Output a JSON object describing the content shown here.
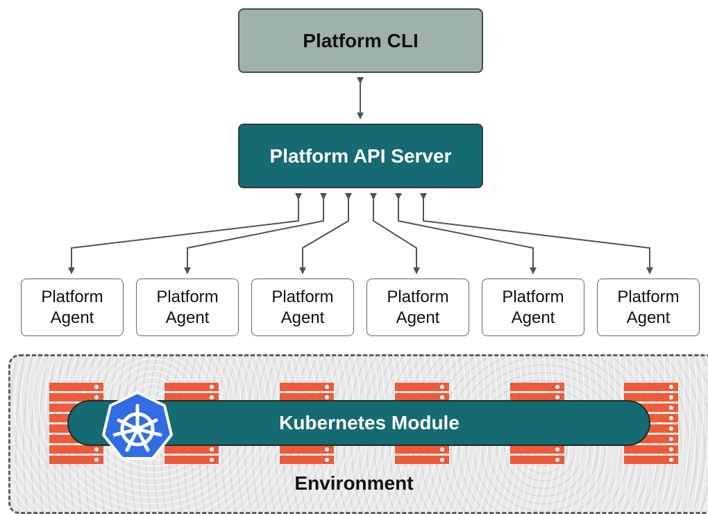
{
  "nodes": {
    "cli": "Platform CLI",
    "api_server": "Platform API Server",
    "agents": [
      "Platform\nAgent",
      "Platform\nAgent",
      "Platform\nAgent",
      "Platform\nAgent",
      "Platform\nAgent",
      "Platform\nAgent"
    ],
    "kubernetes_module": "Kubernetes Module",
    "environment": "Environment"
  },
  "icons": [
    "kubernetes-helm-icon",
    "server-rack-icon"
  ],
  "colors": {
    "cli_fill": "#9fb0ad",
    "api_fill": "#166a72",
    "server_orange": "#ee5a3a",
    "k8s_blue": "#326ce5",
    "connector": "#4d5455"
  }
}
